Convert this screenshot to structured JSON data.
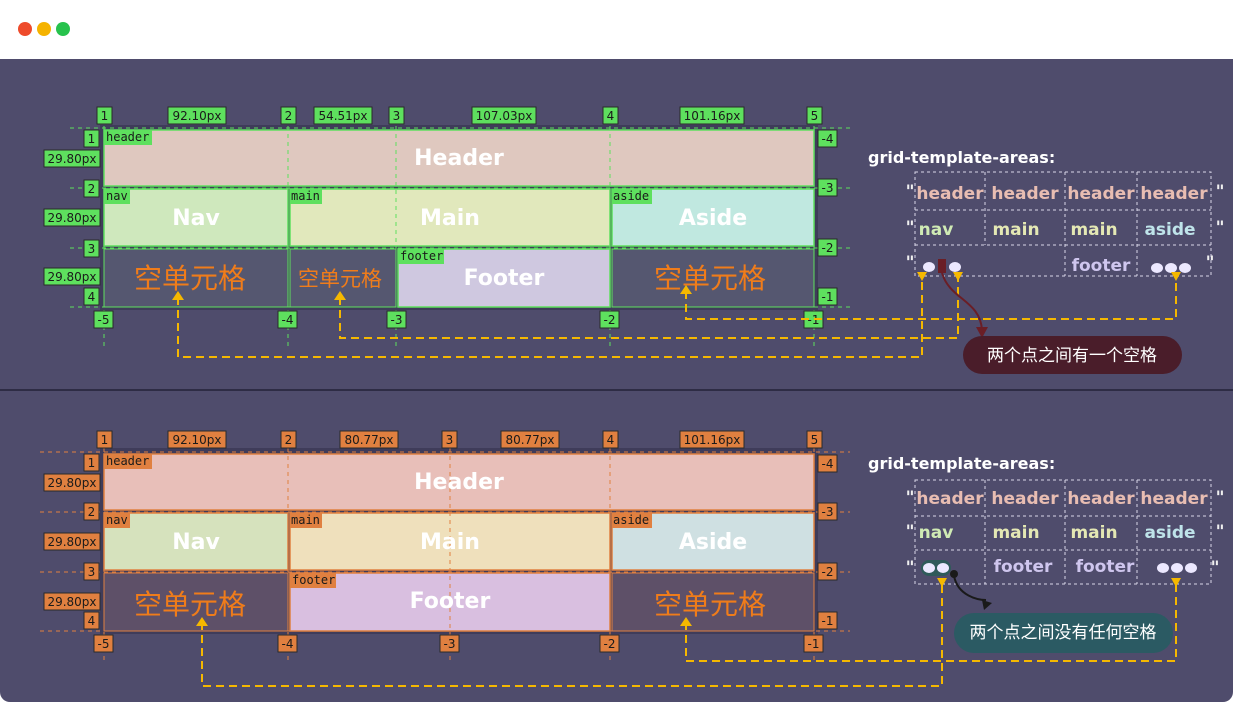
{
  "window": {
    "dots": [
      {
        "name": "close-dot",
        "color": "#ee4b2b"
      },
      {
        "name": "minimize-dot",
        "color": "#f5b300"
      },
      {
        "name": "maximize-dot",
        "color": "#27c24c"
      }
    ]
  },
  "areas_title": "grid-template-areas:",
  "empty_cell_label": "空单元格",
  "colors": {
    "top_accent": "#5ee05e",
    "bottom_accent": "#e08040",
    "empty_text": "#f07c1a",
    "arrow": "#f5b800"
  },
  "diagrams": [
    {
      "id": "top",
      "col_labels": [
        "1",
        "2",
        "3",
        "4",
        "5"
      ],
      "col_neg_labels": [
        "-5",
        "-4",
        "-3",
        "-2",
        "-1"
      ],
      "col_widths": [
        "92.10px",
        "54.51px",
        "107.03px",
        "101.16px"
      ],
      "row_labels": [
        "1",
        "2",
        "3",
        "4"
      ],
      "row_neg_labels": [
        "-4",
        "-3",
        "-2",
        "-1"
      ],
      "row_heights": [
        "29.80px",
        "29.80px",
        "29.80px"
      ],
      "areas": [
        {
          "tag": "header",
          "label": "Header"
        },
        {
          "tag": "nav",
          "label": "Nav"
        },
        {
          "tag": "main",
          "label": "Main"
        },
        {
          "tag": "aside",
          "label": "Aside"
        },
        {
          "tag": "footer",
          "label": "Footer"
        }
      ],
      "template_rows": [
        [
          "header",
          "header",
          "header",
          "header"
        ],
        [
          "nav",
          "main",
          "main",
          "aside"
        ],
        [
          "",
          "",
          "footer",
          ""
        ]
      ],
      "annotation": "两个点之间有一个空格"
    },
    {
      "id": "bottom",
      "col_labels": [
        "1",
        "2",
        "3",
        "4",
        "5"
      ],
      "col_neg_labels": [
        "-5",
        "-4",
        "-3",
        "-2",
        "-1"
      ],
      "col_widths": [
        "92.10px",
        "80.77px",
        "80.77px",
        "101.16px"
      ],
      "row_labels": [
        "1",
        "2",
        "3",
        "4"
      ],
      "row_neg_labels": [
        "-4",
        "-3",
        "-2",
        "-1"
      ],
      "row_heights": [
        "29.80px",
        "29.80px",
        "29.80px"
      ],
      "areas": [
        {
          "tag": "header",
          "label": "Header"
        },
        {
          "tag": "nav",
          "label": "Nav"
        },
        {
          "tag": "main",
          "label": "Main"
        },
        {
          "tag": "aside",
          "label": "Aside"
        },
        {
          "tag": "footer",
          "label": "Footer"
        }
      ],
      "template_rows": [
        [
          "header",
          "header",
          "header",
          "header"
        ],
        [
          "nav",
          "main",
          "main",
          "aside"
        ],
        [
          "",
          "footer",
          "footer",
          ""
        ]
      ],
      "annotation": "两个点之间没有任何空格"
    }
  ]
}
